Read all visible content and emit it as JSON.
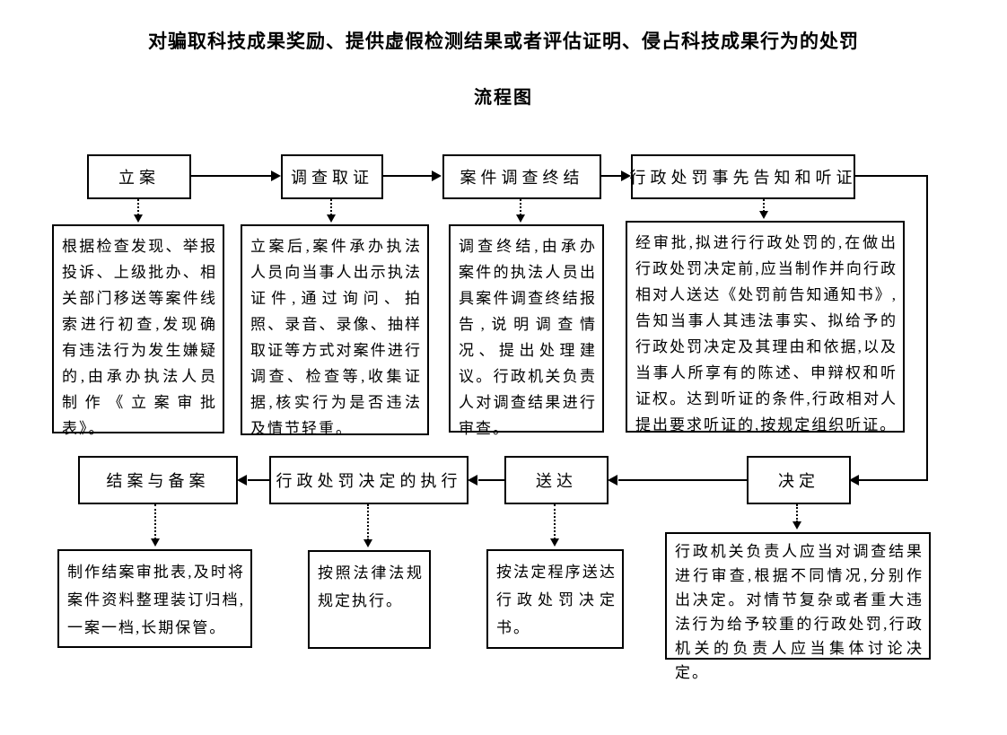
{
  "title": {
    "line1": "对骗取科技成果奖励、提供虚假检测结果或者评估证明、侵占科技成果行为的处罚",
    "line2": "流程图"
  },
  "flow": {
    "top": [
      {
        "label": "立案",
        "desc": "根据检查发现、举报投诉、上级批办、相关部门移送等案件线索进行初查,发现确有违法行为发生嫌疑的,由承办执法人员制作《立案审批表》。"
      },
      {
        "label": "调查取证",
        "desc": "立案后,案件承办执法人员向当事人出示执法证件,通过询问、拍照、录音、录像、抽样取证等方式对案件进行调查、检查等,收集证据,核实行为是否违法及情节轻重。"
      },
      {
        "label": "案件调查终结",
        "desc": "调查终结,由承办案件的执法人员出具案件调查终结报告,说明调查情况、提出处理建议。行政机关负责人对调查结果进行审查。"
      },
      {
        "label": "行政处罚事先告知和听证",
        "desc": "经审批,拟进行行政处罚的,在做出行政处罚决定前,应当制作并向行政相对人送达《处罚前告知通知书》,告知当事人其违法事实、拟给予的行政处罚决定及其理由和依据,以及当事人所享有的陈述、申辩权和听证权。达到听证的条件,行政相对人提出要求听证的,按规定组织听证。"
      }
    ],
    "bottom": [
      {
        "label": "结案与备案",
        "desc": "制作结案审批表,及时将案件资料整理装订归档,一案一档,长期保管。"
      },
      {
        "label": "行政处罚决定的执行",
        "desc": "按照法律法规规定执行。"
      },
      {
        "label": "送达",
        "desc": "按法定程序送达行政处罚决定书。"
      },
      {
        "label": "决定",
        "desc": "行政机关负责人应当对调查结果进行审查,根据不同情况,分别作出决定。对情节复杂或者重大违法行为给予较重的行政处罚,行政机关的负责人应当集体讨论决定。"
      }
    ]
  },
  "colors": {
    "line": "#000000",
    "background": "#ffffff",
    "text": "#000000"
  }
}
